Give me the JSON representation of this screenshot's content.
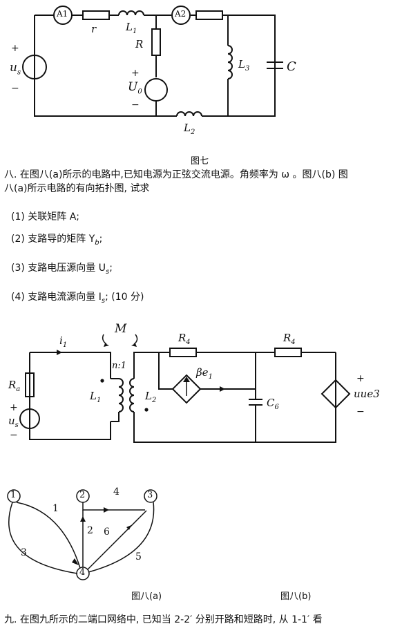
{
  "fig7": {
    "caption": "图七",
    "labels": {
      "A1": "A1",
      "A2": "A2",
      "r": "r",
      "L1": "L",
      "L1_sub": "1",
      "R": "R",
      "us_plus": "+",
      "us": "u",
      "us_sub": "s",
      "us_minus": "−",
      "U_plus": "+",
      "U0": "U",
      "U0_sub": "0",
      "U_minus": "−",
      "L3": "L",
      "L3_sub": "3",
      "C": "C",
      "L2": "L",
      "L2_sub": "2"
    }
  },
  "q8": {
    "line1": "八. 在图八(a)所示的电路中,已知电源为正弦交流电源。角频率为 ω 。图八(b) 图",
    "line2": "八(a)所示电路的有向拓扑图, 试求",
    "items": [
      "(1) 关联矩阵 A;",
      "(2) 支路导的矩阵 Y",
      "(3) 支路电压源向量 U",
      "(4) 支路电流源向量 I"
    ],
    "item2_sub": "b",
    "item2_tail": ";",
    "item3_sub": "s",
    "item3_tail": ";",
    "item4_sub": "s",
    "item4_tail": "; (10 分)"
  },
  "fig8a": {
    "caption": "图八(a)",
    "labels": {
      "i1": "i",
      "i1_sub": "1",
      "M": "M",
      "ratio": "n:1",
      "Ra": "R",
      "Ra_sub": "a",
      "us_plus": "+",
      "us": "u",
      "us_sub": "s",
      "us_minus": "−",
      "L1": "L",
      "L1_sub": "1",
      "L2": "L",
      "L2_sub": "2",
      "R4a": "R",
      "R4a_sub": "4",
      "R4b": "R",
      "R4b_sub": "4",
      "beta": "βe",
      "beta_sub": "1",
      "C6": "C",
      "C6_sub": "6",
      "src_plus": "+",
      "src": "uue3",
      "src_minus": "−"
    }
  },
  "fig8b": {
    "caption": "图八(b)",
    "nodes": [
      "1",
      "2",
      "3",
      "4"
    ],
    "branches": [
      "1",
      "2",
      "3",
      "4",
      "5",
      "6"
    ]
  },
  "q9": {
    "line": "九. 在图九所示的二端口网络中, 已知当 2-2′ 分别开路和短路时, 从 1-1′  看"
  }
}
